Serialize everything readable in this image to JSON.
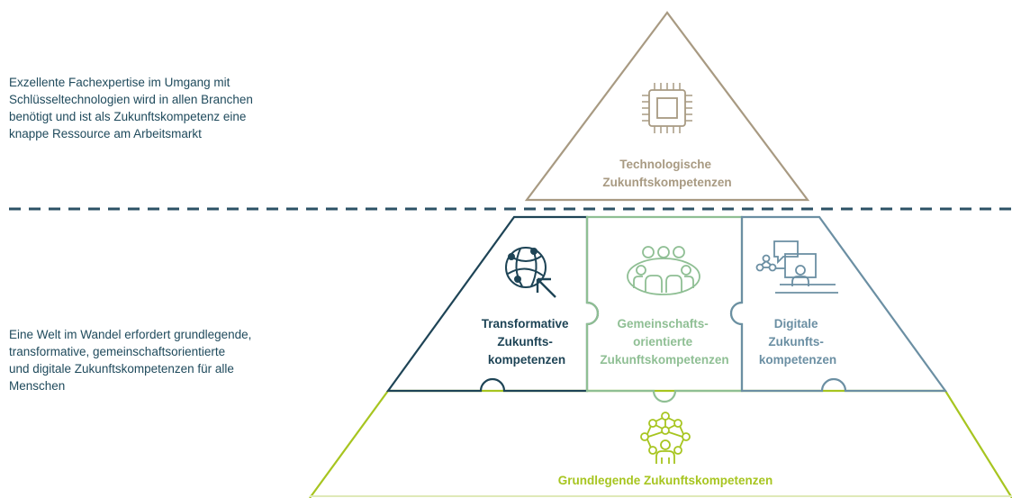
{
  "top_text": {
    "line1": "Exzellente Fachexpertise im Umgang mit",
    "line2": "Schlüsseltechnologien wird in allen Branchen",
    "line3": "benötigt und ist als Zukunftskompetenz eine",
    "line4": "knappe Ressource am Arbeitsmarkt"
  },
  "bottom_text": {
    "line1": "Eine Welt im Wandel erfordert grundlegende,",
    "line2": "transformative, gemeinschaftsorientierte",
    "line3": "und digitale Zukunftskompetenzen für alle",
    "line4": "Menschen"
  },
  "technologische": {
    "line1": "Technologische",
    "line2": "Zukunftskompetenzen"
  },
  "transformative": {
    "line1": "Transformative",
    "line2": "Zukunfts-",
    "line3": "kompetenzen"
  },
  "gemeinschaft": {
    "line1": "Gemeinschafts-",
    "line2": "orientierte",
    "line3": "Zukunftskompetenzen"
  },
  "digitale": {
    "line1": "Digitale",
    "line2": "Zukunfts-",
    "line3": "kompetenzen"
  },
  "grundlegende": {
    "line1": "Grundlegende Zukunftskompetenzen"
  },
  "colors": {
    "technologisch": "#a89a82",
    "transformativ": "#1e4456",
    "gemeinschaft": "#8fbf94",
    "digital": "#6b8fa3",
    "grundlegend": "#a7c520",
    "divider": "#2c5266",
    "body_text": "#1f4a5c"
  },
  "icons": {
    "technologisch": "microchip-icon",
    "transformativ": "globe-cursor-icon",
    "gemeinschaft": "group-people-icon",
    "digital": "presentation-person-icon",
    "grundlegend": "network-person-icon"
  }
}
